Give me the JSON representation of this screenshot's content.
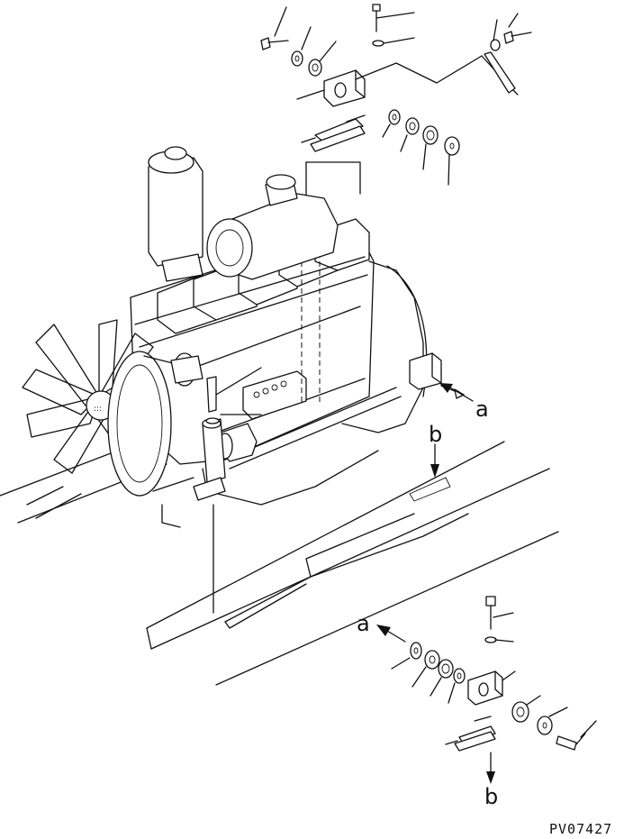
{
  "labels": {
    "a_top": "a",
    "a_bottom": "a",
    "b_top": "b",
    "b_bottom": "b"
  },
  "drawing_code": "PV07427"
}
